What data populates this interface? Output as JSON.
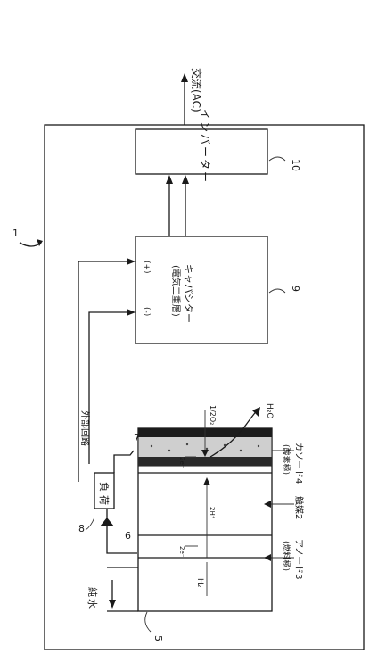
{
  "ac_output_label": "交流(AC)",
  "system_ref": "1",
  "inverter": {
    "label": "インバーター",
    "ref": "10"
  },
  "capacitor": {
    "label": "キャパシター",
    "sublabel": "(電気二重層)",
    "ref": "9",
    "plus": "(+)",
    "minus": "(-)"
  },
  "load": {
    "label": "負荷",
    "ref": "8"
  },
  "external_circuit_label": "外部回路",
  "cell": {
    "cathode_label": "カソード4",
    "cathode_sub": "(酸素極)",
    "catalyst_label": "触媒2",
    "anode_label": "アノード3",
    "anode_sub": "(燃料極)",
    "water_in_label": "純水",
    "h2o_label": "H₂O",
    "o2_label": "1/2O₂",
    "h2_label": "H₂",
    "h_plus_label": "2H⁺",
    "e_label_top": "2e⁻",
    "e_label_bottom": "2e⁻",
    "water_ref": "5",
    "anode_wire_ref": "6",
    "cathode_wire_ref": "7"
  }
}
